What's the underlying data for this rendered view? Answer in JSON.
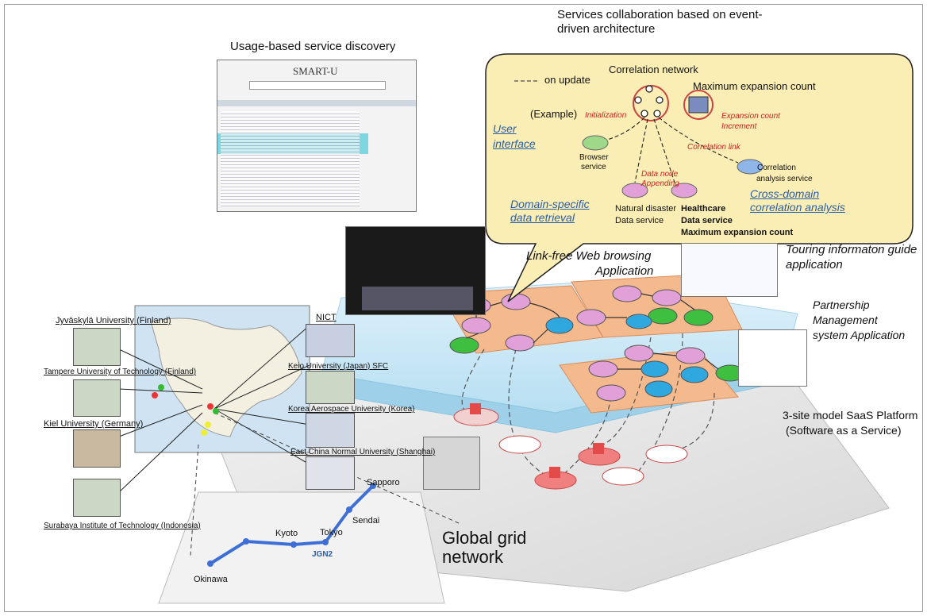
{
  "headings": {
    "service_discovery": "Usage-based service discovery",
    "collaboration_1": "Services collaboration based on event-",
    "collaboration_2": "driven architecture"
  },
  "smart_u": {
    "title": "SMART-U"
  },
  "correlation": {
    "network": "Correlation network",
    "max_expansion": "Maximum expansion count",
    "on_update": "on update",
    "example": "(Example)",
    "initialization": "Initialization",
    "expansion_1": "Expansion count",
    "expansion_2": "Increment",
    "correlation_link": "Correlation link",
    "user_interface_1": "User",
    "user_interface_2": "interface",
    "browser_1": "Browser",
    "browser_2": "service",
    "data_node_1": "Data node",
    "data_node_2": "Appending",
    "corr_service_1": "Correlation",
    "corr_service_2": "analysis service",
    "cross_domain_1": "Cross-domain",
    "cross_domain_2": "correlation analysis",
    "domain_specific_1": "Domain-specific",
    "domain_specific_2": "data retrieval",
    "natural_1": "Natural disaster",
    "natural_2": "Data service",
    "healthcare_1": "Healthcare",
    "healthcare_2": "Data service",
    "healthcare_3": "Maximum expansion count"
  },
  "apps": {
    "link_free_1": "Link-free Web browsing",
    "link_free_2": "Application",
    "touring_1": "Touring informaton guide",
    "touring_2": "application",
    "partnership_1": "Partnership",
    "partnership_2": "Management",
    "partnership_3": "system Application",
    "saas_1": "3-site model SaaS Platform",
    "saas_2": "(Software as a Service)"
  },
  "universities": {
    "jyvaskyla": "Jyväskylä University (Finland)",
    "tampere": "Tampere University of Technology (Finland)",
    "kiel": "Kiel University (Germany)",
    "surabaya": "Surabaya Institute of Technology (Indonesia)",
    "nict": "NICT",
    "keio": "Keio University (Japan) SFC",
    "korea": "Korea Aerospace University (Korea)",
    "ecnu": "East China Normal University (Shanghai)"
  },
  "jgn": {
    "cities": [
      "Sapporo",
      "Sendai",
      "Tokyo",
      "Kyoto",
      "Okinawa"
    ],
    "logo": "JGN2"
  },
  "global_grid": {
    "line1": "Global grid",
    "line2": "network"
  },
  "colors": {
    "pink": "#e2a0d8",
    "green": "#3fbf3f",
    "cyan": "#2ea8df",
    "orange_tile": "#f5b98e",
    "bubble": "#fbeeb5",
    "link_blue": "#2a5ea8",
    "red_text": "#d02020",
    "route_blue": "#3d6fd6"
  }
}
